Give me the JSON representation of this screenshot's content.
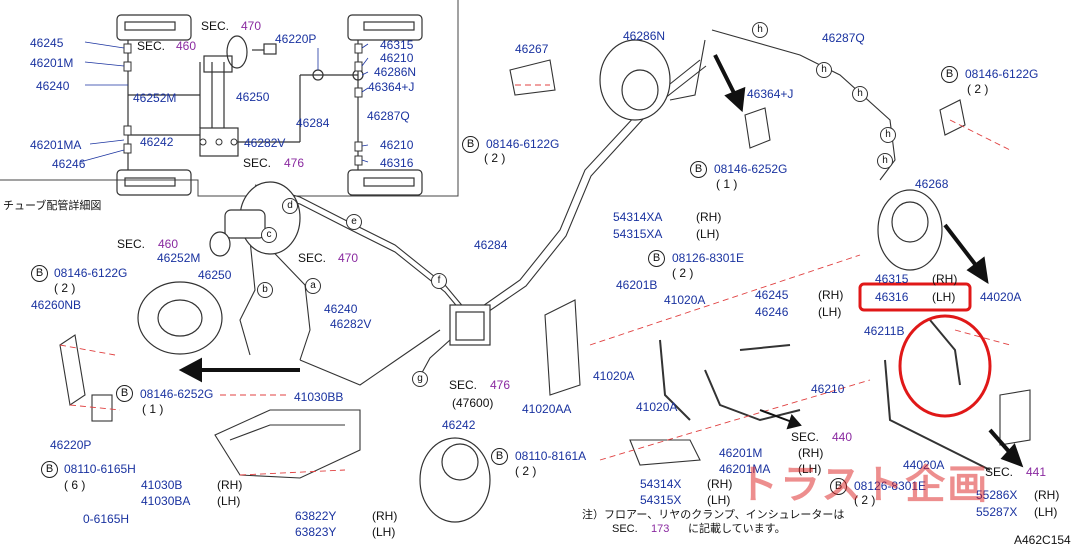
{
  "colors": {
    "part": "#1a33a0",
    "sec": "#8a2aa0",
    "text": "#111111",
    "highlight": "#e01818",
    "dash": "#e04040",
    "line": "#333333"
  },
  "caption": "チューブ配管詳細図",
  "figure_code": "A462C154",
  "watermark": "トラスト企画",
  "note": {
    "line1": "注）フロアー、リヤのクランプ、インシュレーターは",
    "sec_label": "SEC.",
    "sec_num": "173",
    "line2": "に記載しています。"
  },
  "sec_label": "SEC.",
  "sec_refs": {
    "s470a": "470",
    "s460a": "460",
    "s476a": "476",
    "s460b": "460",
    "s470b": "470",
    "s476b": "476",
    "s440": "440",
    "s441": "441"
  },
  "bolt_letter": "B",
  "parts": {
    "p46245a": "46245",
    "p46201Ma": "46201M",
    "p46240a": "46240",
    "p46252Ma": "46252M",
    "p46250a": "46250",
    "p46220Pa": "46220P",
    "p46282Va": "46282V",
    "p46284a": "46284",
    "p46201MAa": "46201MA",
    "p46246a": "46246",
    "p46242a": "46242",
    "p46315a": "46315",
    "p46210a": "46210",
    "p46286Na": "46286N",
    "p46364Ja": "46364+J",
    "p46287Qa": "46287Q",
    "p46210b": "46210",
    "p46316a": "46316",
    "p46267": "46267",
    "b08146_6122Ga": "08146-6122G",
    "q2a": "( 2 )",
    "p46286Nb": "46286N",
    "p46287Qb": "46287Q",
    "p46364Jb": "46364+J",
    "b08146_6252Ga": "08146-6252G",
    "q1a": "( 1 )",
    "b08146_6122Gb": "08146-6122G",
    "q2b": "( 2 )",
    "p46268": "46268",
    "p46252Mb": "46252M",
    "p46250b": "46250",
    "p46240b": "46240",
    "p46282Vb": "46282V",
    "p46284b": "46284",
    "b08146_6122Gc": "08146-6122G",
    "q2c": "( 2 )",
    "p46260NB": "46260NB",
    "b08146_6252Gb": "08146-6252G",
    "q1b": "( 1 )",
    "p46220Pb": "46220P",
    "b08110_6165H": "08110-6165H",
    "q6": "( 6 )",
    "p_6165H": "0-6165H",
    "p41030BB": "41030BB",
    "p41030B": "41030B",
    "p41030BA": "41030BA",
    "p63822Y": "63822Y",
    "p63823Y": "63823Y",
    "p46242b": "46242",
    "qp47600": "(47600)",
    "b08110_8161A": "08110-8161A",
    "q2d": "( 2 )",
    "p54314XA": "54314XA",
    "p54315XA": "54315XA",
    "b08126_8301Ea": "08126-8301E",
    "q2e": "( 2 )",
    "p46201B": "46201B",
    "p41020Aa": "41020A",
    "p46245b": "46245",
    "p46246b": "46246",
    "p41020Ab": "41020A",
    "p41020AA": "41020AA",
    "p41020Ac": "41020A",
    "p46201Mb": "46201M",
    "p46201MAb": "46201MA",
    "p54314X": "54314X",
    "p54315X": "54315X",
    "p46315b": "46315",
    "p46316b": "46316",
    "p44020Aa": "44020A",
    "p46211B": "46211B",
    "p46210c": "46210",
    "p44020Ab": "44020A",
    "b08126_8301Eb": "08126-8301E",
    "q2f": "( 2 )",
    "p55286X": "55286X",
    "p55287X": "55287X"
  },
  "side": {
    "rh1": "(RH)",
    "lh1": "(LH)",
    "rh2": "(RH)",
    "lh2": "(LH)",
    "rh3": "(RH)",
    "lh3": "(LH)",
    "rh4": "(RH)",
    "lh4": "(LH)",
    "rh5": "(RH)",
    "lh5": "(LH)",
    "rh6": "(RH)",
    "lh6": "(LH)",
    "rh7": "(RH)",
    "lh7": "(LH)",
    "rh8": "(RH)",
    "lh8": "(LH)"
  },
  "circle_letters": {
    "c1": "c",
    "d1": "d",
    "e1": "e",
    "a1": "a",
    "b1": "b",
    "f1": "f",
    "g1": "g",
    "h1": "h",
    "h2": "h",
    "h3": "h",
    "h4": "h",
    "h5": "h"
  }
}
